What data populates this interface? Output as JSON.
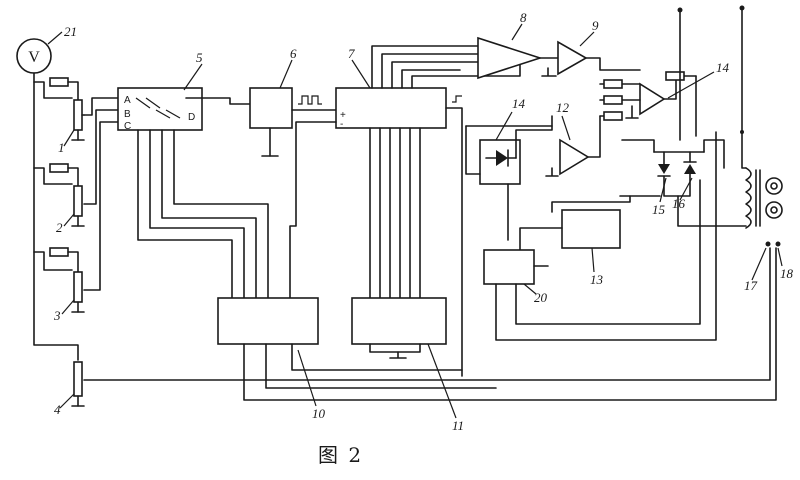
{
  "diagram": {
    "caption": "图  2",
    "meter_symbol": "V",
    "labels": {
      "l1": "1",
      "l2": "2",
      "l3": "3",
      "l4": "4",
      "l5": "5",
      "l6": "6",
      "l7": "7",
      "l8": "8",
      "l9": "9",
      "l10": "10",
      "l11": "11",
      "l12": "12",
      "l13": "13",
      "l14a": "14",
      "l14b": "14",
      "l15": "15",
      "l16": "16",
      "l17": "17",
      "l18": "18",
      "l20": "20",
      "l21": "21"
    },
    "switch_pins": {
      "a": "A",
      "b": "B",
      "c": "C",
      "d": "D"
    },
    "comparator_signs": {
      "plus": "+",
      "minus": "-"
    }
  }
}
